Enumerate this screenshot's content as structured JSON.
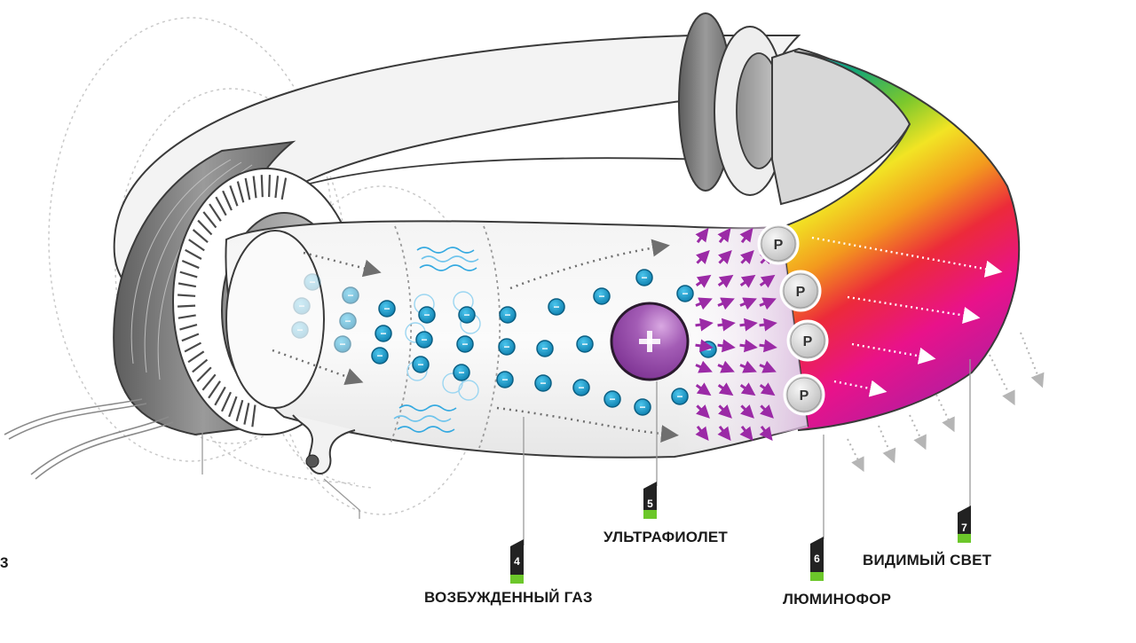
{
  "diagram": {
    "subject": "fluorescent lamp working principle",
    "symbols": {
      "electron": "−",
      "ion": "+",
      "phosphor": "P"
    },
    "colors": {
      "electron": "#1aa6d6",
      "ion": "#8e3fa3",
      "uv_arrows": "#9b2aa6",
      "marker_dark": "#222222",
      "marker_green": "#6cc72a",
      "spectrum": [
        "#2bb5e6",
        "#0fa57a",
        "#7cc82c",
        "#f2e424",
        "#f39a1e",
        "#ec2a3a",
        "#e9128a",
        "#a12aa6"
      ]
    },
    "callouts": [
      {
        "number": "4",
        "label": "ВОЗБУЖДЕННЫЙ ГАЗ"
      },
      {
        "number": "5",
        "label": "УЛЬТРАФИОЛЕТ"
      },
      {
        "number": "6",
        "label": "ЛЮМИНОФОР"
      },
      {
        "number": "7",
        "label": "ВИДИМЫЙ СВЕТ"
      }
    ],
    "cutoff_label": "3"
  }
}
